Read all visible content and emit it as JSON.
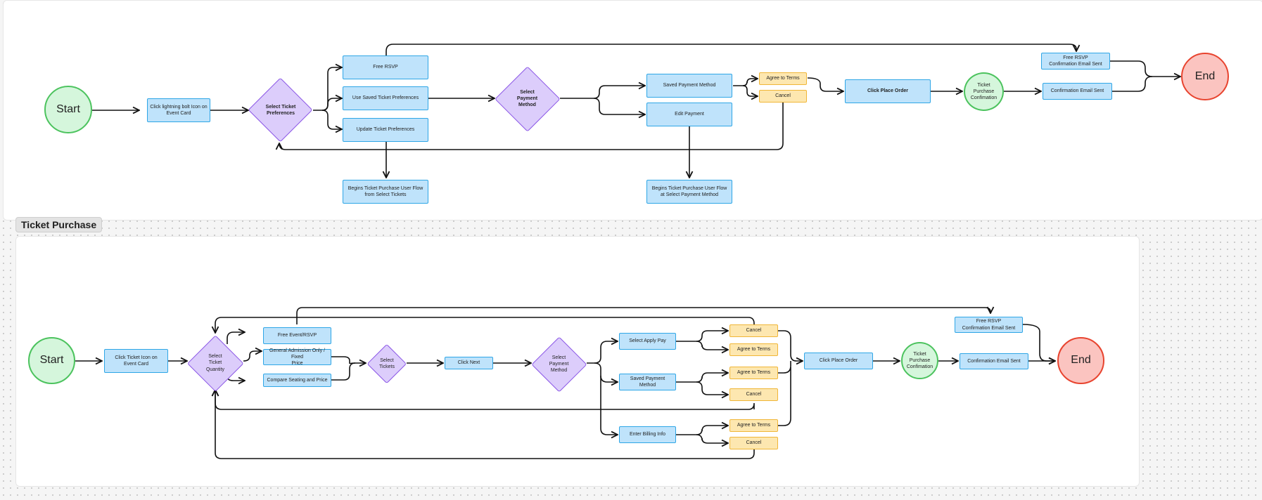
{
  "frames": {
    "bottom_label": "Ticket Purchase"
  },
  "colors": {
    "process_fill": "#bfe3fb",
    "process_border": "#2ea6e6",
    "decision_fill": "#dccdfb",
    "decision_border": "#8a55e6",
    "choice_fill": "#fde7b0",
    "choice_border": "#f0b637",
    "start_fill": "#d5f6dc",
    "start_border": "#4cc35e",
    "end_fill": "#fbc4c0",
    "end_border": "#e8442f"
  },
  "top_flow": {
    "start": "Start",
    "click_lightning": "Click lightning bolt Icon on\nEvent Card",
    "select_ticket_prefs": "Select Ticket\nPreferences",
    "free_rsvp": "Free RSVP",
    "use_saved_prefs": "Use Saved Ticket Preferences",
    "update_prefs": "Update Ticket Preferences",
    "begins_from_select_tickets": "Begins Ticket Purchase User Flow\nfrom Select Tickets",
    "select_payment": "Select\nPayment\nMethod",
    "saved_payment": "Saved Payment Method",
    "edit_payment": "Edit Payment",
    "begins_at_payment": "Begins Ticket Purchase User Flow\nat Select Payment Method",
    "agree_terms": "Agree to Terms",
    "cancel": "Cancel",
    "click_place_order": "Click Place Order",
    "ticket_confirmation": "Ticket\nPurchase\nConfimation",
    "free_rsvp_email": "Free RSVP\nConfirmation Email Sent",
    "confirmation_email": "Confirmation Email Sent",
    "end": "End"
  },
  "bottom_flow": {
    "start": "Start",
    "click_ticket_icon": "Click Ticket Icon on\nEvent Card",
    "select_ticket_qty": "Select\nTicket\nQuantity",
    "free_event_rsvp": "Free Event/RSVP",
    "general_admission": "General Admission Only / Fixed\nPrice",
    "compare_seating": "Compare Seating and Price",
    "select_tickets": "Select\nTickets",
    "click_next": "Click Next",
    "select_payment": "Select\nPayment\nMethod",
    "select_apply_pay": "Select Apply Pay",
    "saved_payment": "Saved Payment Method",
    "enter_billing": "Enter Billing Info",
    "cancel_1": "Cancel",
    "agree_1": "Agree to Terms",
    "agree_2": "Agree to Terms",
    "cancel_2": "Cancel",
    "agree_3": "Agree to Terms",
    "cancel_3": "Cancel",
    "click_place_order": "Click Place Order",
    "ticket_confirmation": "Ticket\nPurchase\nConfimation",
    "free_rsvp_email": "Free RSVP\nConfirmation Email Sent",
    "confirmation_email": "Confirmation Email Sent",
    "end": "End"
  }
}
